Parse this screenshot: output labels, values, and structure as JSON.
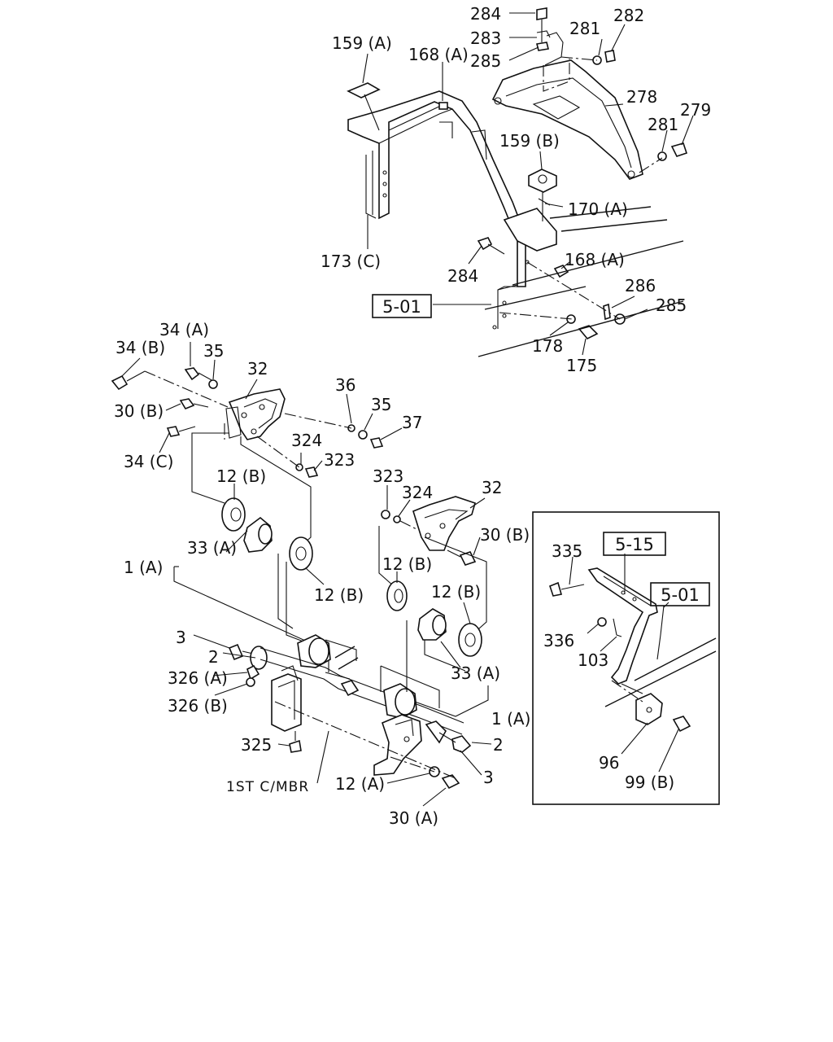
{
  "diagram": {
    "callouts": {
      "c284_top": "284",
      "c282": "282",
      "c283": "283",
      "c281_top": "281",
      "c285_top": "285",
      "c159a": "159 (A)",
      "c168a_top": "168 (A)",
      "c278": "278",
      "c279": "279",
      "c281_mid": "281",
      "c159b": "159 (B)",
      "c170a": "170 (A)",
      "c173c": "173 (C)",
      "c284_mid": "284",
      "c168a_mid": "168 (A)",
      "c286": "286",
      "c285_mid": "285",
      "c178": "178",
      "c175": "175",
      "c34a": "34 (A)",
      "c34b": "34 (B)",
      "c35_left": "35",
      "c32_left": "32",
      "c36": "36",
      "c35_right": "35",
      "c37": "37",
      "c30b_left": "30 (B)",
      "c324_left": "324",
      "c34c": "34 (C)",
      "c323_left": "323",
      "c12b_a": "12 (B)",
      "c323_right": "323",
      "c324_right": "324",
      "c32_right": "32",
      "c33a_left": "33 (A)",
      "c1a_left": "1 (A)",
      "c30b_right": "30 (B)",
      "c12b_b": "12 (B)",
      "c12b_c": "12 (B)",
      "c12b_d": "12 (B)",
      "c3_left": "3",
      "c2_left": "2",
      "c326a": "326 (A)",
      "c326b": "326 (B)",
      "c33a_right": "33 (A)",
      "c1a_right": "1 (A)",
      "c325": "325",
      "c2_right": "2",
      "c1st_cmbr": "1ST C/MBR",
      "c12a": "12 (A)",
      "c3_right": "3",
      "c30a": "30 (A)"
    },
    "references": {
      "ref501_main": "5-01",
      "ref515": "5-15",
      "ref501_inset": "5-01"
    },
    "inset": {
      "c335": "335",
      "c336": "336",
      "c103": "103",
      "c96": "96",
      "c99b": "99 (B)"
    }
  }
}
